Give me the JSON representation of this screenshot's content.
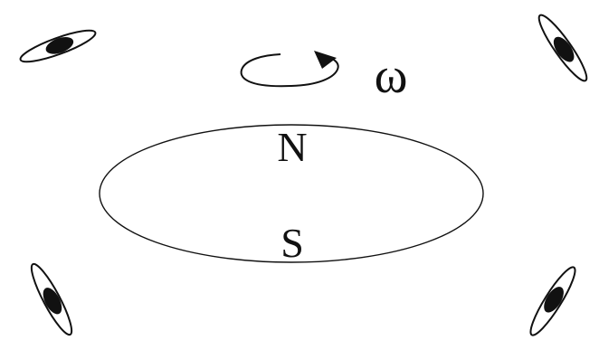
{
  "labels": {
    "north": "N",
    "south": "S",
    "omega": "ω"
  },
  "colors": {
    "ink": "#111111",
    "background": "#ffffff"
  },
  "icons": {
    "rotation": "curved-arrow-rotation-icon",
    "satellite": "spinning-disk-icon"
  }
}
